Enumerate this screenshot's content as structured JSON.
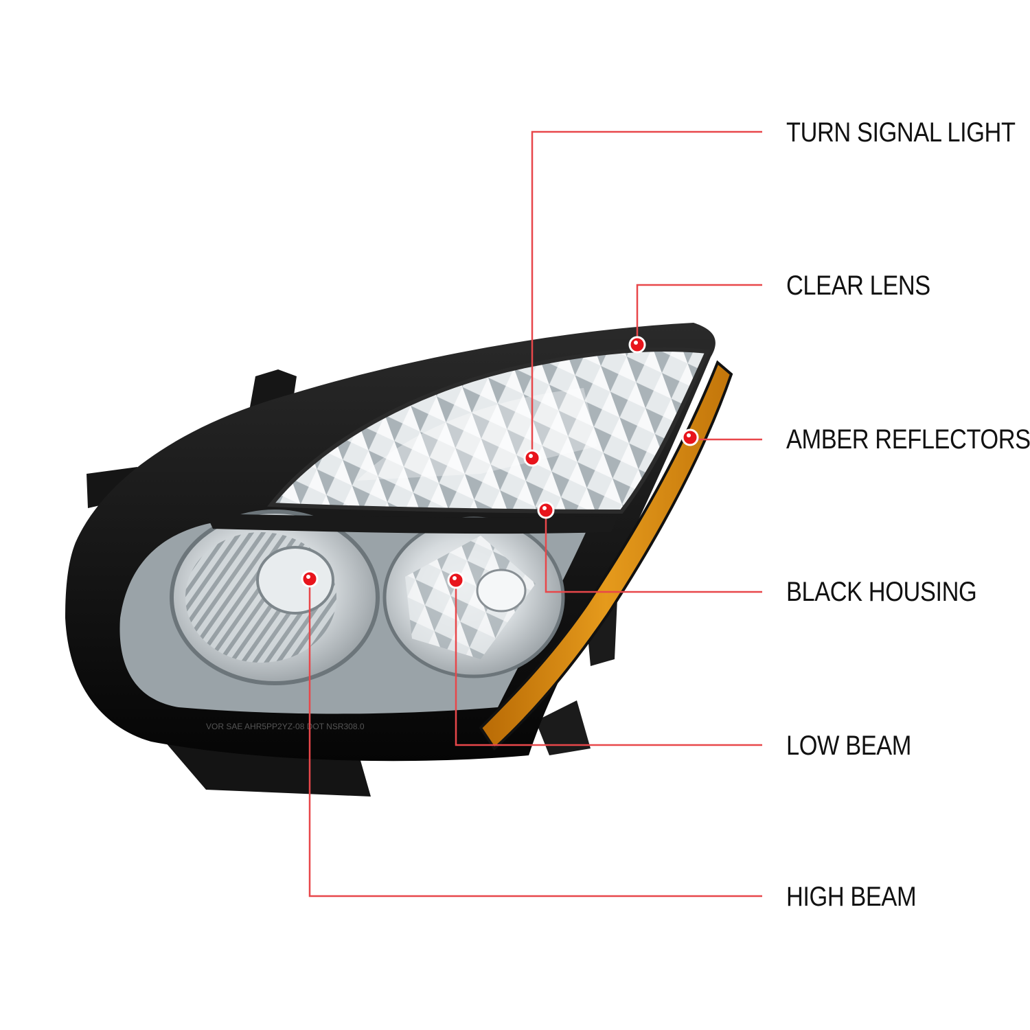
{
  "callouts": {
    "turn_signal": "TURN SIGNAL LIGHT",
    "clear_lens": "CLEAR LENS",
    "amber_reflectors": "AMBER REFLECTORS",
    "black_housing": "BLACK HOUSING",
    "low_beam": "LOW BEAM",
    "high_beam": "HIGH BEAM"
  },
  "lens_marking": "VOR SAE AHR5PP2YZ-08 DOT NSR308.0",
  "colors": {
    "leader_line": "#e8474a",
    "marker_dot": "#e8141c",
    "housing": "#111111",
    "amber": "#d8870e",
    "chrome": "#c9cfd3"
  }
}
